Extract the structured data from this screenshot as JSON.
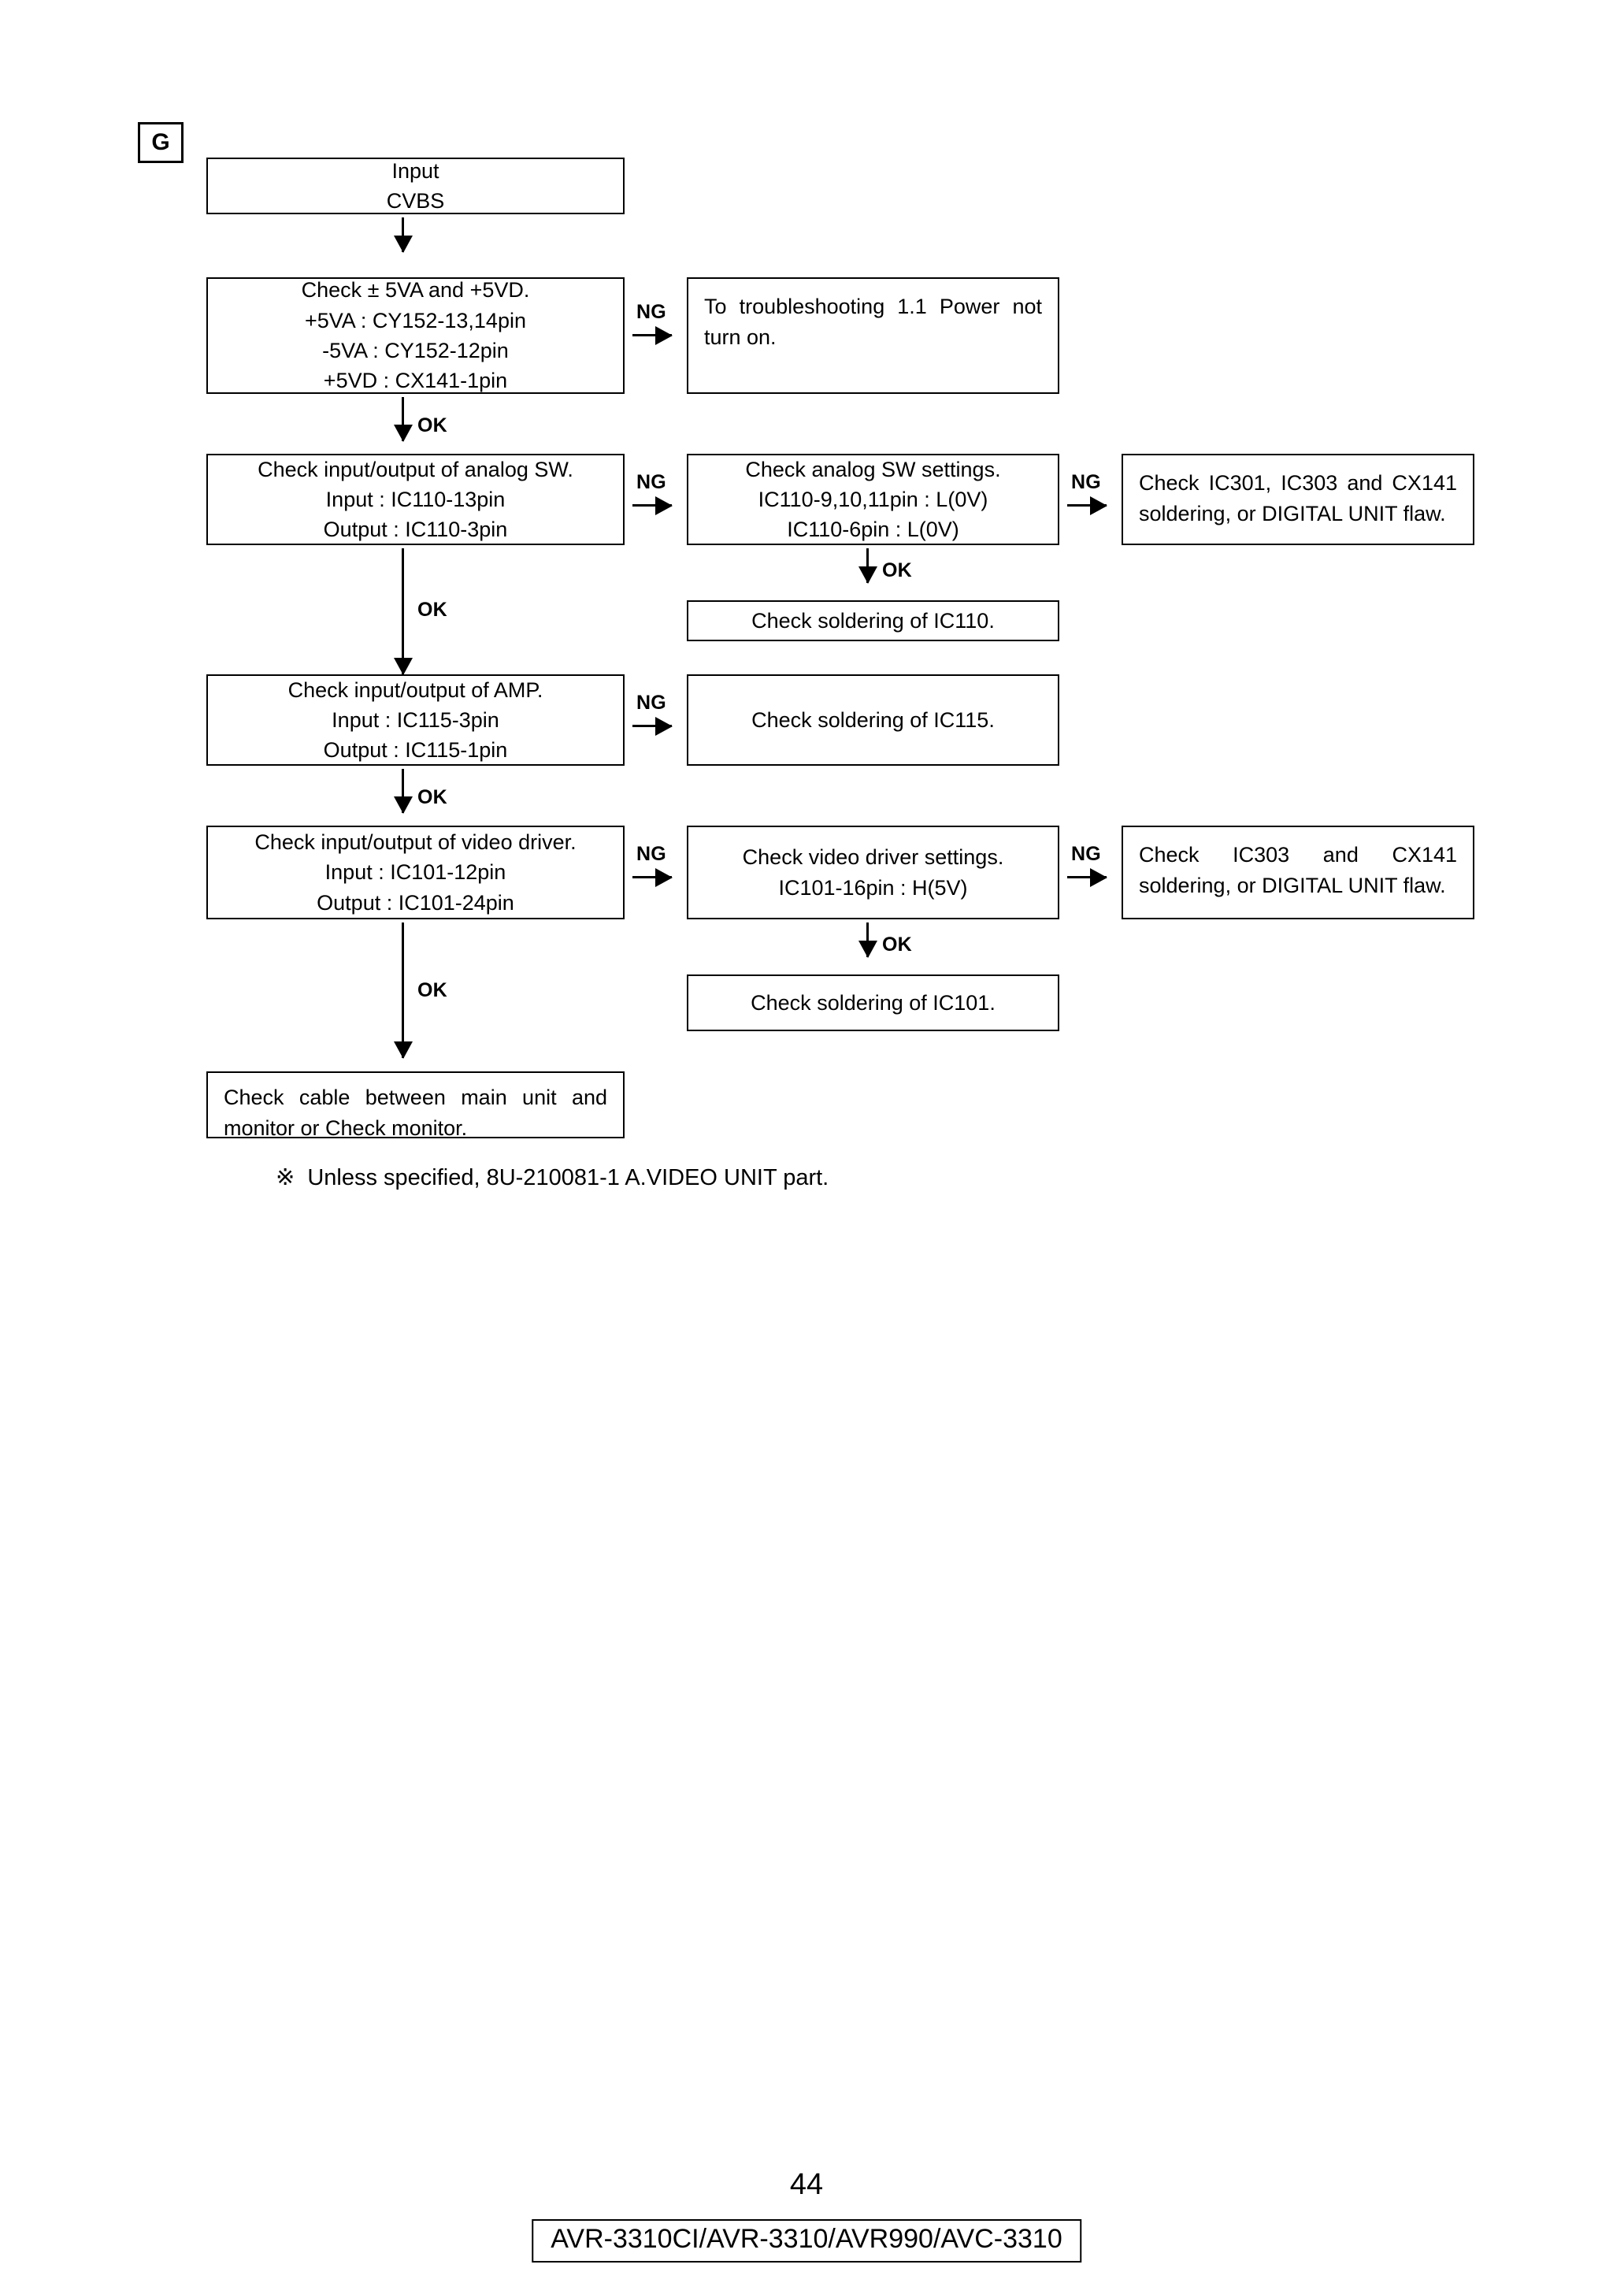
{
  "section": {
    "tag": "G"
  },
  "flow": {
    "input": {
      "lines": [
        "Input",
        "CVBS"
      ]
    },
    "power_check": {
      "lines": [
        "Check ± 5VA and +5VD.",
        "+5VA : CY152-13,14pin",
        "-5VA : CY152-12pin",
        "+5VD : CX141-1pin"
      ]
    },
    "power_ng": {
      "text": "To troubleshooting 1.1 Power not turn on."
    },
    "analog_sw_check": {
      "lines": [
        "Check input/output of analog SW.",
        "Input : IC110-13pin",
        "Output : IC110-3pin"
      ]
    },
    "analog_sw_settings": {
      "lines": [
        "Check analog SW settings.",
        "IC110-9,10,11pin : L(0V)",
        "IC110-6pin : L(0V)"
      ]
    },
    "analog_sw_ng2": {
      "text": "Check IC301, IC303 and CX141 soldering, or DIGITAL UNIT flaw."
    },
    "solder_ic110": {
      "lines": [
        "Check soldering of IC110."
      ]
    },
    "amp_check": {
      "lines": [
        "Check input/output of AMP.",
        "Input : IC115-3pin",
        "Output : IC115-1pin"
      ]
    },
    "solder_ic115": {
      "lines": [
        "Check soldering of IC115."
      ]
    },
    "video_driver_check": {
      "lines": [
        "Check input/output of video driver.",
        "Input : IC101-12pin",
        "Output : IC101-24pin"
      ]
    },
    "video_driver_settings": {
      "lines": [
        "Check video driver settings.",
        "IC101-16pin : H(5V)"
      ]
    },
    "video_driver_ng2": {
      "text": "Check IC303 and CX141 soldering, or DIGITAL UNIT flaw."
    },
    "solder_ic101": {
      "lines": [
        "Check soldering of IC101."
      ]
    },
    "final": {
      "lines": [
        "Check cable between main unit and monitor or Check monitor."
      ]
    },
    "labels": {
      "ng": "NG",
      "ok": "OK"
    }
  },
  "footnote": {
    "mark": "※",
    "text": "Unless specified, 8U-210081-1 A.VIDEO UNIT part."
  },
  "footer": {
    "page_number": "44",
    "models": "AVR-3310CI/AVR-3310/AVR990/AVC-3310"
  }
}
